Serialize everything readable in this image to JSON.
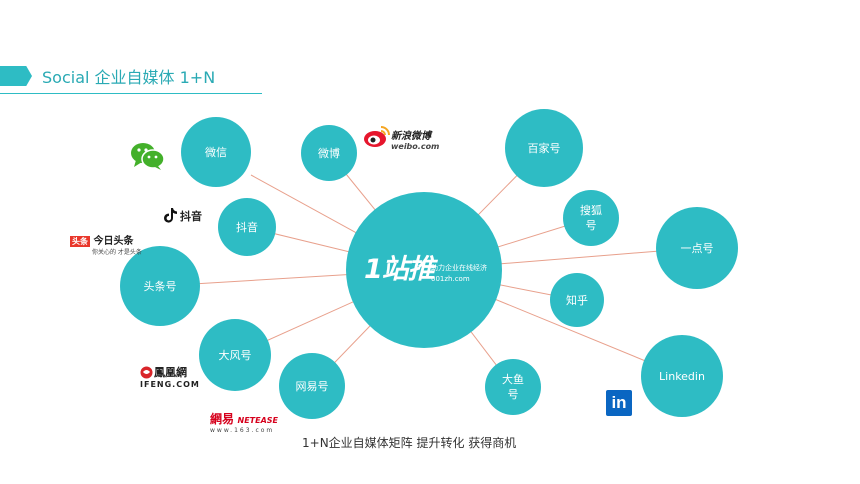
{
  "header": {
    "title": "Social 企业自媒体 1+N",
    "accent_color": "#2ebcc4"
  },
  "hub": {
    "logo": "1站推",
    "slogan": "助力企业在线经济",
    "domain": "001zh.com"
  },
  "nodes": [
    {
      "id": "weixin",
      "label": "微信"
    },
    {
      "id": "weibo",
      "label": "微博"
    },
    {
      "id": "baijiahao",
      "label": "百家号"
    },
    {
      "id": "douyin",
      "label": "抖音"
    },
    {
      "id": "souhu",
      "label": "搜狐\n号"
    },
    {
      "id": "yidianhao",
      "label": "一点号"
    },
    {
      "id": "toutiaohao",
      "label": "头条号"
    },
    {
      "id": "zhihu",
      "label": "知乎"
    },
    {
      "id": "dafenghao",
      "label": "大风号"
    },
    {
      "id": "wangyihao",
      "label": "网易号"
    },
    {
      "id": "dayuhao",
      "label": "大鱼\n号"
    },
    {
      "id": "linkedin",
      "label": "Linkedin"
    }
  ],
  "brands": {
    "sina_weibo": {
      "name": "新浪微博",
      "sub": "weibo.com"
    },
    "douyin": {
      "name": "抖音"
    },
    "toutiao": {
      "name": "今日头条",
      "badge": "头条",
      "sub": "你关心的 才是头条"
    },
    "ifeng": {
      "name": "鳳凰網",
      "sub": "IFENG.COM"
    },
    "netease": {
      "name": "網易",
      "en": "NETEASE",
      "sub": "www.163.com"
    },
    "linkedin": {
      "badge": "in"
    }
  },
  "caption": "1+N企业自媒体矩阵  提升转化 获得商机"
}
